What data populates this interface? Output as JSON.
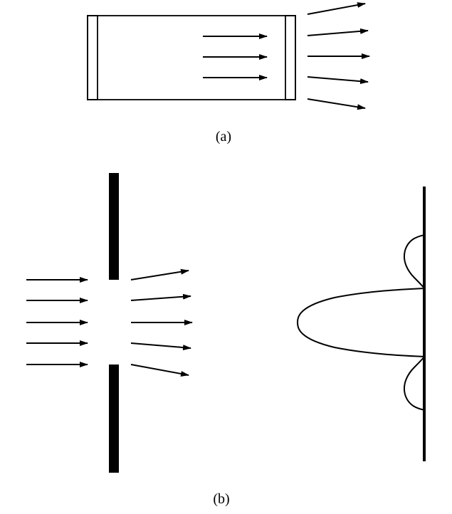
{
  "panels": [
    {
      "id": "a",
      "caption": "(a)"
    },
    {
      "id": "b",
      "caption": "(b)"
    }
  ],
  "colors": {
    "ink": "#000000",
    "background": "#ffffff"
  }
}
